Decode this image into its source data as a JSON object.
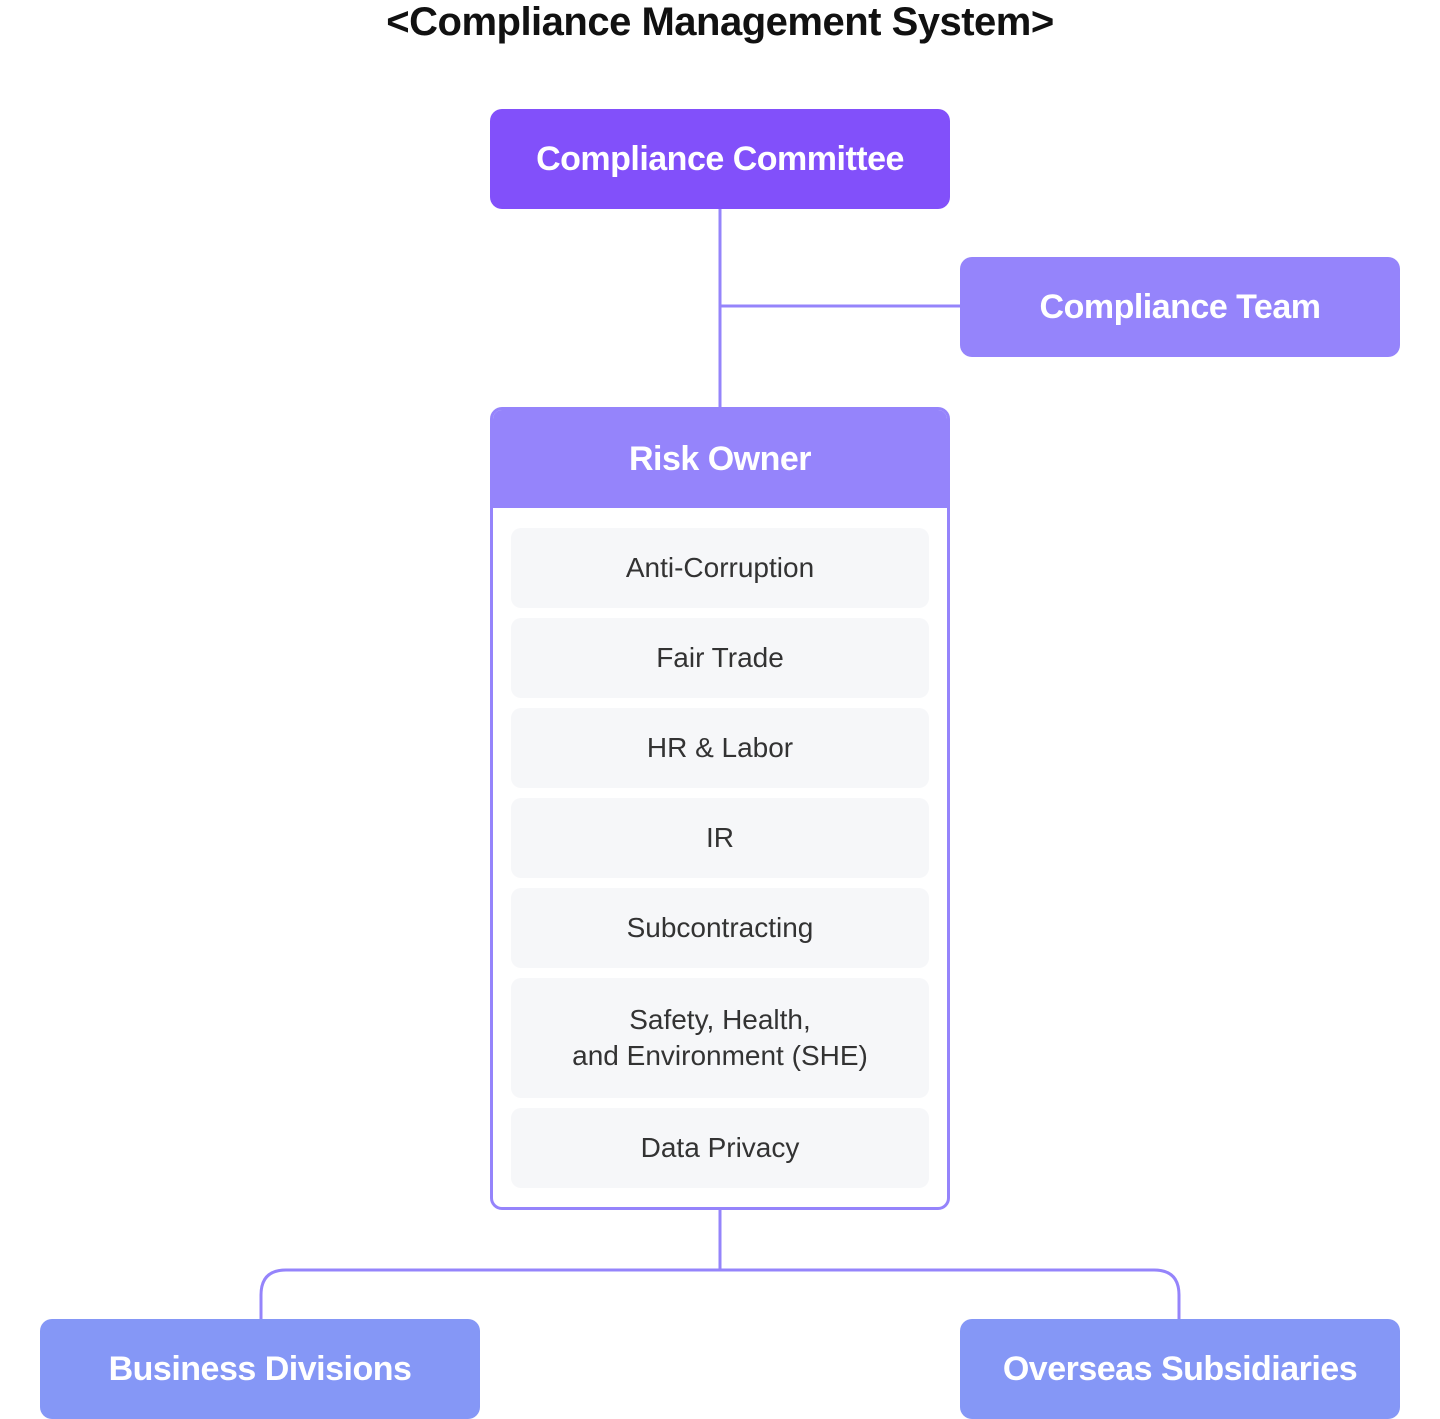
{
  "title": "<Compliance Management System>",
  "nodes": {
    "committee": "Compliance Committee",
    "team": "Compliance Team",
    "risk_owner": "Risk Owner",
    "business": "Business Divisions",
    "overseas": "Overseas Subsidiaries"
  },
  "risk_items": [
    "Anti-Corruption",
    "Fair Trade",
    "HR & Labor",
    "IR",
    "Subcontracting",
    "Safety, Health,\nand Environment (SHE)",
    "Data Privacy"
  ],
  "colors": {
    "committee": "#8250fa",
    "secondary": "#9584fb",
    "tertiary": "#8597f6",
    "connector": "#9584fb",
    "item_bg": "#f6f7f9"
  }
}
